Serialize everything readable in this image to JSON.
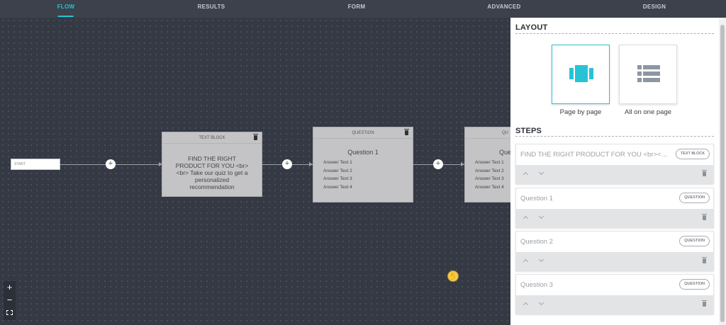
{
  "nav": {
    "tabs": [
      {
        "label": "FLOW",
        "active": true
      },
      {
        "label": "RESULTS",
        "active": false
      },
      {
        "label": "FORM",
        "active": false
      },
      {
        "label": "ADVANCED",
        "active": false
      },
      {
        "label": "DESIGN",
        "active": false
      }
    ]
  },
  "canvas": {
    "start_label": "START",
    "plus_symbol": "+",
    "nodes": [
      {
        "type_label": "TEXT BLOCK",
        "title": "FIND THE RIGHT PRODUCT FOR YOU <br> <br> Take our quiz to get a personalized recommendation"
      },
      {
        "type_label": "QUESTION",
        "title": "Question 1",
        "answers": [
          "Answer Text 1",
          "Answer Text 2",
          "Answer Text 3",
          "Answer Text 4"
        ]
      },
      {
        "type_label": "QU",
        "title": "Que",
        "answers": [
          "Answer Text 1",
          "Answer Text 2",
          "Answer Text 3",
          "Answer Text 4"
        ]
      }
    ],
    "zoom_in": "+",
    "zoom_out": "−"
  },
  "panel": {
    "layout_title": "LAYOUT",
    "layout_options": [
      {
        "label": "Page by page",
        "selected": true
      },
      {
        "label": "All on one page",
        "selected": false
      }
    ],
    "steps_title": "STEPS",
    "steps": [
      {
        "title": "FIND THE RIGHT PRODUCT FOR YOU <br><br> Take our quiz to get a personalized recommendation",
        "type": "TEXT BLOCK"
      },
      {
        "title": "Question 1",
        "type": "QUESTION"
      },
      {
        "title": "Question 2",
        "type": "QUESTION"
      },
      {
        "title": "Question 3",
        "type": "QUESTION"
      }
    ]
  },
  "colors": {
    "accent": "#27c2d6",
    "canvas_bg": "#343944",
    "node_bg": "#c4c4c6"
  }
}
